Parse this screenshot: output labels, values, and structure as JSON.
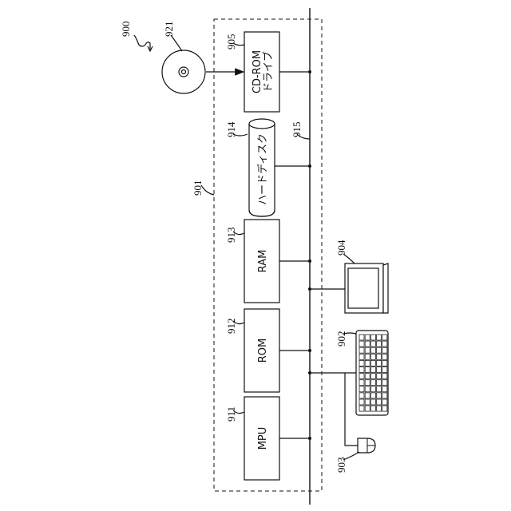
{
  "figure": {
    "system_ref": "900",
    "enclosure_ref": "901",
    "bus_ref": "915",
    "disc_ref": "921",
    "components": [
      {
        "ref": "911",
        "label": "MPU"
      },
      {
        "ref": "912",
        "label": "ROM"
      },
      {
        "ref": "913",
        "label": "RAM"
      },
      {
        "ref": "914",
        "label": "ハードディスク"
      },
      {
        "ref": "905",
        "label_line1": "CD-ROM",
        "label_line2": "ドライブ"
      }
    ],
    "peripherals": [
      {
        "ref": "904",
        "name": "display"
      },
      {
        "ref": "902",
        "name": "keyboard"
      },
      {
        "ref": "903",
        "name": "mouse"
      }
    ]
  }
}
